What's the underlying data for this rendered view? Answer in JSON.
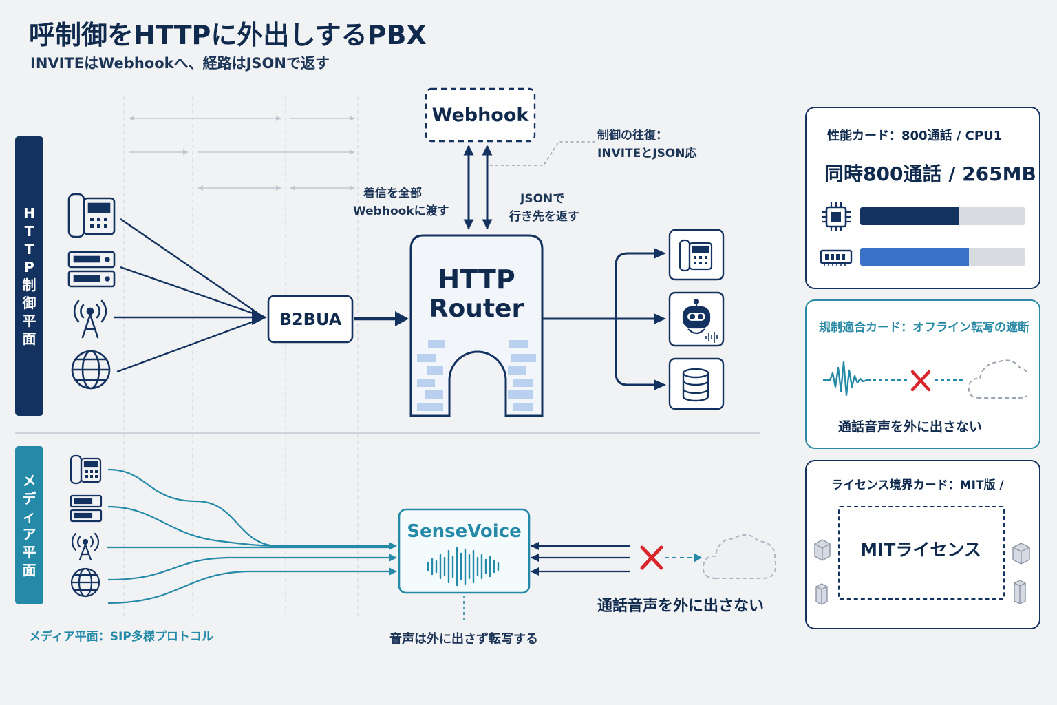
{
  "header": {
    "title": "呼制御をHTTPに外出しするPBX",
    "subtitle": "INVITEはWebhookへ、経路はJSONで返す"
  },
  "bands": {
    "http_plane": [
      "H",
      "T",
      "T",
      "P",
      "制",
      "御",
      "平",
      "面"
    ],
    "media_plane": [
      "メ",
      "デ",
      "ィ",
      "ア",
      "平",
      "面"
    ]
  },
  "nodes": {
    "webhook": "Webhook",
    "b2bua": "B2BUA",
    "router_line1": "HTTP",
    "router_line2": "Router",
    "sensevoice": "SenseVoice"
  },
  "annotations": {
    "roundtrip_line1": "制御の往復：",
    "roundtrip_line2": "INVITEとJSON応",
    "all_incoming_line1": "着信を全部",
    "all_incoming_line2": "Webhookに渡す",
    "json_return_line1": "JSONで",
    "json_return_line2": "行き先を返す",
    "no_audio_out": "通話音声を外に出さない",
    "transcribe_local": "音声は外に出さず転写する",
    "media_plane_note": "メディア平面：SIP多様プロトコル"
  },
  "cards": {
    "performance": {
      "title": "性能カード：800通話 / CPU1",
      "headline": "同時800通話 / 265MB",
      "cpu_level": 0.6,
      "memory_level": 0.66,
      "cpu_color": "#14325f",
      "memory_color": "#3a72c7"
    },
    "regulation": {
      "title": "規制適合カード：オフライン転写の遮断",
      "caption": "通話音声を外に出さない"
    },
    "license": {
      "title": "ライセンス境界カード：MIT版 /",
      "center": "MITライセンス"
    }
  },
  "colors": {
    "navy": "#14325f",
    "teal": "#2589a8",
    "red": "#d9262b",
    "background": "#f1f2f4"
  }
}
